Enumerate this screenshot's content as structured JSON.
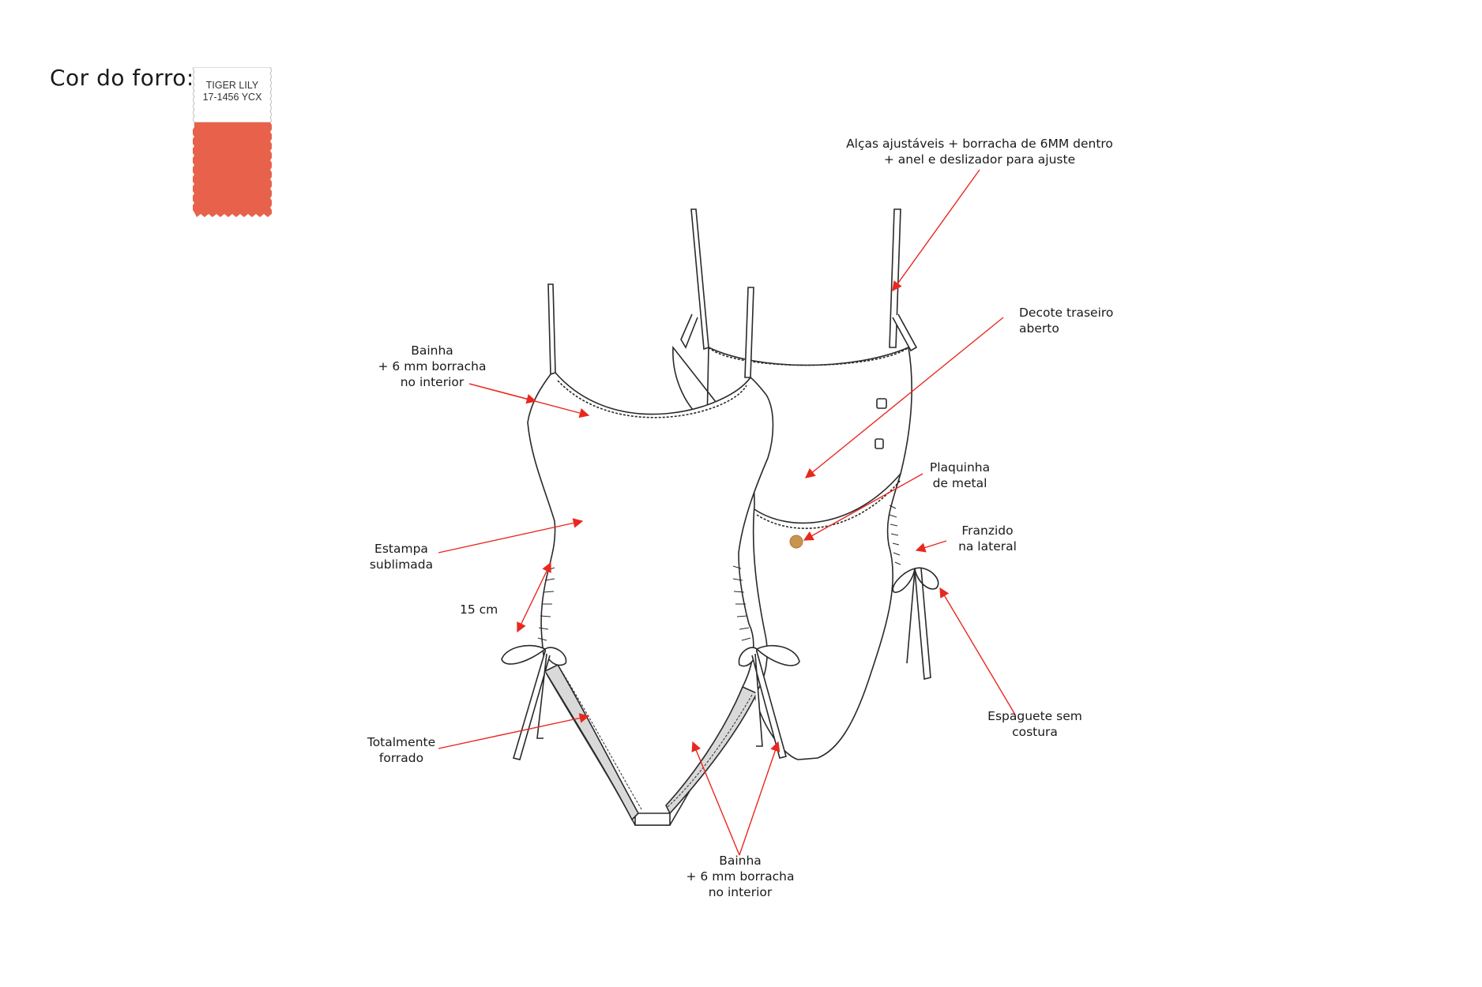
{
  "lining": {
    "label": "Cor do forro:",
    "swatch_name": "TIGER LILY",
    "swatch_code": "17-1456 YCX",
    "swatch_color": "#e8614a"
  },
  "colors": {
    "annotation": "#e8281f",
    "outline": "#2a2a2a",
    "lining_panel": "#d9d9d9",
    "metal_plate": "#c8954f"
  },
  "callouts": {
    "straps": [
      "Alças ajustáveis + borracha de 6MM dentro",
      "+ anel e deslizador para ajuste"
    ],
    "back_neckline": [
      "Decote traseiro",
      "aberto"
    ],
    "metal_plate": [
      "Plaquinha",
      "de metal"
    ],
    "side_ruching": [
      "Franzido",
      "na lateral"
    ],
    "spaghetti": [
      "Espaguete sem",
      "costura"
    ],
    "hem_top": [
      "Bainha",
      "+ 6 mm borracha",
      "no interior"
    ],
    "print": [
      "Estampa",
      "sublimada"
    ],
    "measure": "15 cm",
    "lined": [
      "Totalmente",
      "forrado"
    ],
    "hem_bottom": [
      "Bainha",
      "+ 6 mm borracha",
      "no interior"
    ]
  }
}
